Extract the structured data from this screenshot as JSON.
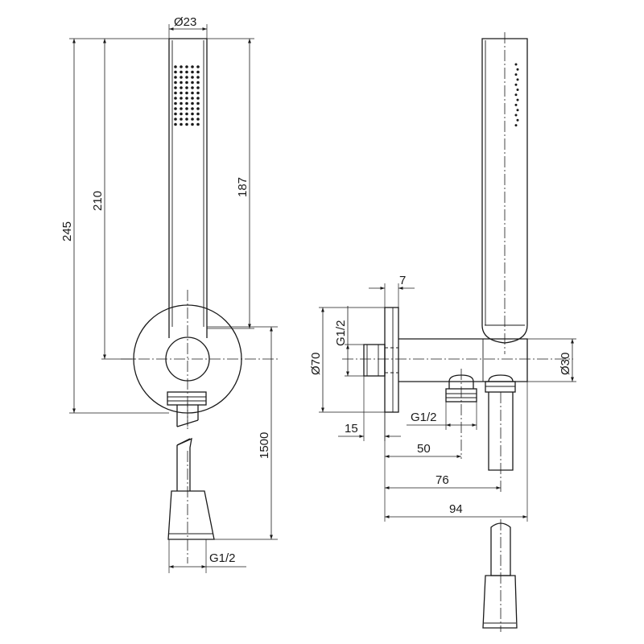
{
  "front_view": {
    "dia_handle": "Ø23",
    "len_total": "245",
    "len_axis": "210",
    "len_head": "187",
    "hose_length": "1500",
    "thread_hose": "G1/2"
  },
  "side_view": {
    "offset_7": "7",
    "thread_inlet": "G1/2",
    "dia_plate": "Ø70",
    "dia_body": "Ø30",
    "depth_15": "15",
    "thread_outlet": "G1/2",
    "dist_50": "50",
    "dist_76": "76",
    "dist_94": "94"
  },
  "colors": {
    "line": "#1a1a1a",
    "background": "#ffffff"
  }
}
